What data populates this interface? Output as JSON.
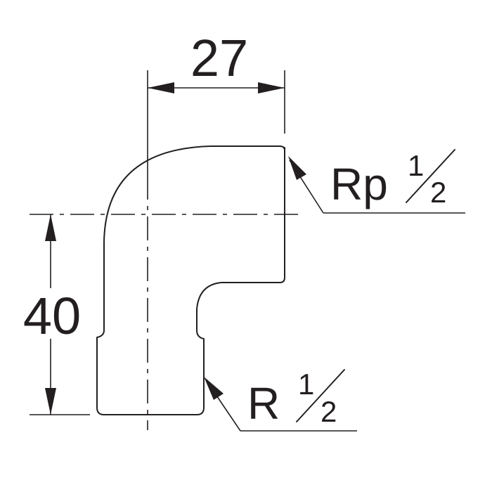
{
  "dimensions": {
    "width_value": "27",
    "height_value": "40"
  },
  "labels": {
    "top_thread": {
      "prefix": "Rp",
      "numerator": "1",
      "denominator": "2"
    },
    "bottom_thread": {
      "prefix": "R",
      "numerator": "1",
      "denominator": "2"
    }
  }
}
